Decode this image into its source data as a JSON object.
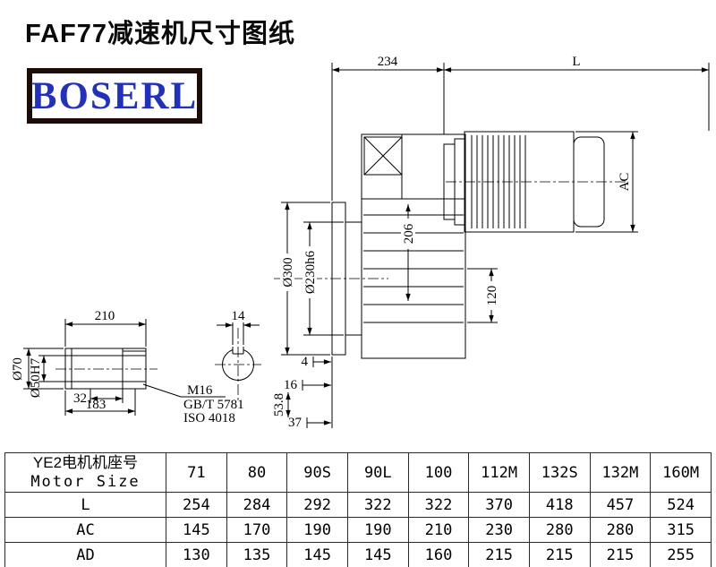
{
  "page": {
    "title": "FAF77减速机尺寸图纸"
  },
  "logo": {
    "text": "BOSERL",
    "text_color": "#2230c0",
    "border_color": "#1d0c06"
  },
  "drawing": {
    "labels": {
      "dim_234": "234",
      "dim_L": "L",
      "dim_AC": "AC",
      "dim_206": "206",
      "dim_300": "Ø300",
      "dim_230": "Ø230h6",
      "dim_120": "120",
      "dim_210": "210",
      "dim_14": "14",
      "dim_4": "4",
      "dim_16": "16",
      "dim_53_8": "53.8",
      "dim_37": "37",
      "dim_32": "32",
      "dim_183": "183",
      "dim_70": "Ø70",
      "dim_50": "Ø50H7",
      "thread": "M16",
      "std_gb": "GB/T 5781",
      "std_iso": "ISO 4018"
    }
  },
  "table": {
    "row_header_line1": "YE2电机机座号",
    "row_header_line2": "Motor Size",
    "sizes": [
      "71",
      "80",
      "90S",
      "90L",
      "100",
      "112M",
      "132S",
      "132M",
      "160M"
    ],
    "rows": [
      {
        "label": "L",
        "values": [
          "254",
          "284",
          "292",
          "322",
          "322",
          "370",
          "418",
          "457",
          "524"
        ]
      },
      {
        "label": "AC",
        "values": [
          "145",
          "170",
          "190",
          "190",
          "210",
          "230",
          "280",
          "280",
          "315"
        ]
      },
      {
        "label": "AD",
        "values": [
          "130",
          "135",
          "145",
          "145",
          "160",
          "215",
          "215",
          "215",
          "255"
        ]
      }
    ]
  }
}
